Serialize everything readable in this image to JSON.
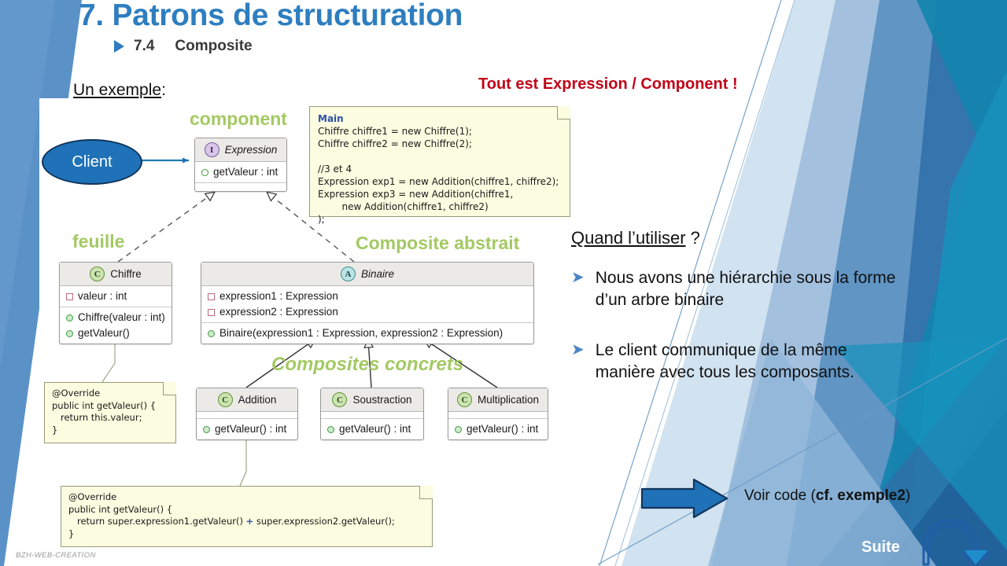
{
  "header": {
    "title": "7.  Patrons de structuration",
    "bullet_marker": "triangle-right",
    "sub_number": "7.4",
    "sub_label": "Composite",
    "example_label": "Un exemple",
    "example_colon": " :",
    "callout": "Tout est Expression / Component !"
  },
  "colors": {
    "title_blue": "#2E7EBF",
    "callout_red": "#C00418",
    "caption_green": "#A4C963",
    "client_fill": "#1F72B8",
    "accent_teal": "#1484AE",
    "accent_slate": "#5A92C8",
    "note_yellow": "#FCFCE0"
  },
  "diagram": {
    "client_node": "Client",
    "captions": {
      "component": "component",
      "feuille": "feuille",
      "composite_abstrait": "Composite abstrait",
      "composites_concrets": "Composites concrets"
    },
    "classes": {
      "expression": {
        "stereotype_badge": "I",
        "name": "Expression",
        "members": [
          "getValeur : int"
        ]
      },
      "chiffre": {
        "stereotype_badge": "C",
        "name": "Chiffre",
        "attributes": [
          "valeur : int"
        ],
        "methods": [
          "Chiffre(valeur : int)",
          "getValeur()"
        ]
      },
      "binaire": {
        "stereotype_badge": "A",
        "name": "Binaire",
        "attributes": [
          "expression1 : Expression",
          "expression2 : Expression"
        ],
        "methods": [
          "Binaire(expression1 : Expression, expression2 : Expression)"
        ]
      },
      "addition": {
        "stereotype_badge": "C",
        "name": "Addition",
        "methods": [
          "getValeur() : int"
        ]
      },
      "soustraction": {
        "stereotype_badge": "C",
        "name": "Soustraction",
        "methods": [
          "getValeur() : int"
        ]
      },
      "multiplication": {
        "stereotype_badge": "C",
        "name": "Multiplication",
        "methods": [
          "getValeur() : int"
        ]
      }
    },
    "notes": {
      "main_title": "Main",
      "main_body": "Chiffre chiffre1 = new Chiffre(1);\nChiffre chiffre2 = new Chiffre(2);\n\n//3 et 4\nExpression exp1 = new Addition(chiffre1, chiffre2);\nExpression exp3 = new Addition(chiffre1,\n        new Addition(chiffre1, chiffre2)\n);",
      "chiffre_note": "@Override\npublic int getValeur() {\n   return this.valeur;\n}",
      "addition_note_a": "@Override\npublic int getValeur() {\n   return super.expression1.getValeur() ",
      "addition_note_plus": "+",
      "addition_note_b": " super.expression2.getValeur();\n}"
    }
  },
  "right_panel": {
    "question": "Quand l’utiliser",
    "question_mark": " ?",
    "bullets": [
      "Nous avons une hiérarchie sous la forme d’un arbre binaire",
      "Le client communique de la même manière avec tous les composants."
    ],
    "voir_code_prefix": "Voir code (",
    "voir_code_bold": "cf. exemple2",
    "voir_code_suffix": ")",
    "next_label": "Suite"
  },
  "watermark": "BZH-WEB-CREATION"
}
